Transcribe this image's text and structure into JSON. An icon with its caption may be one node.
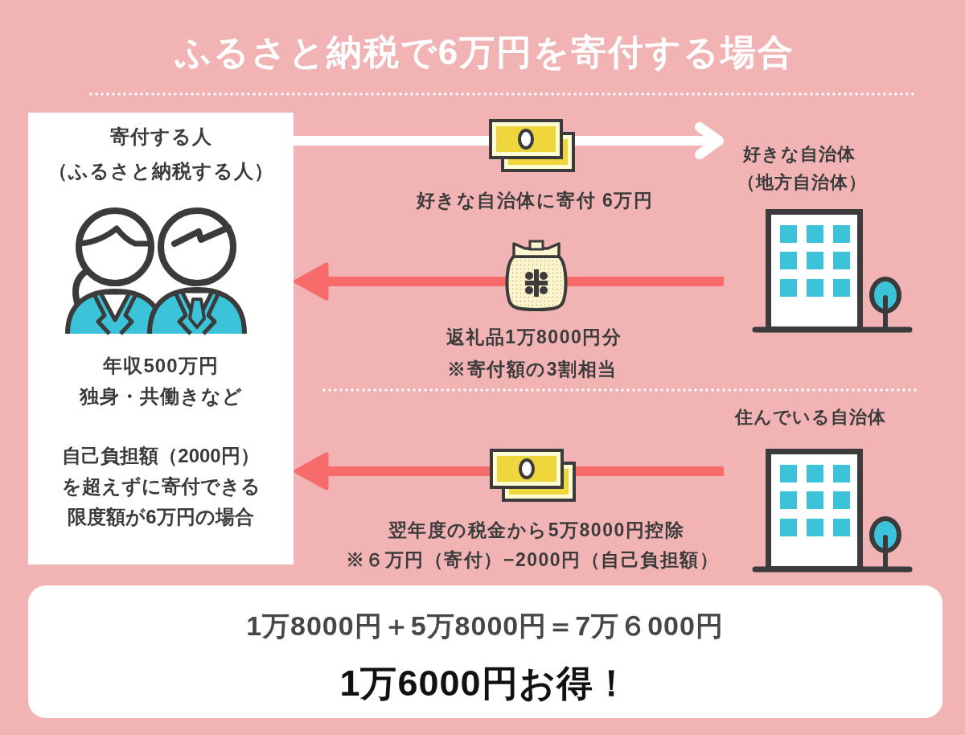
{
  "diagram": {
    "title": "ふるさと納税で6万円を寄付する場合",
    "nodes": [
      {
        "text": [
          "寄付する人",
          "（ふるさと納税する人）",
          "年収500万円",
          "独身・共働きなど",
          "自己負担額（2000円）を超えずに寄付できる限度額が6万円の場合"
        ]
      },
      {
        "text": [
          "好きな自治体",
          "（地方自治体）"
        ]
      },
      {
        "text": [
          "住んでいる自治体"
        ]
      },
      {
        "text": [
          "1万8000円＋5万8000円＝7万６000円",
          "1万6000円お得！"
        ]
      }
    ],
    "edges": [
      {
        "from": 0,
        "to": 1,
        "arrow": "to",
        "label": "好きな自治体に寄付 6万円",
        "color": "#ffffff"
      },
      {
        "from": 1,
        "to": 0,
        "arrow": "to",
        "label": "返礼品1万8000円分"
      },
      {
        "from": 2,
        "to": 0,
        "arrow": "to",
        "label": "翌年度の税金から5万8000円控除"
      }
    ],
    "labels": [
      "※寄付額の3割相当",
      "※６万円（寄付）−2000円（自己負担額）"
    ]
  }
}
